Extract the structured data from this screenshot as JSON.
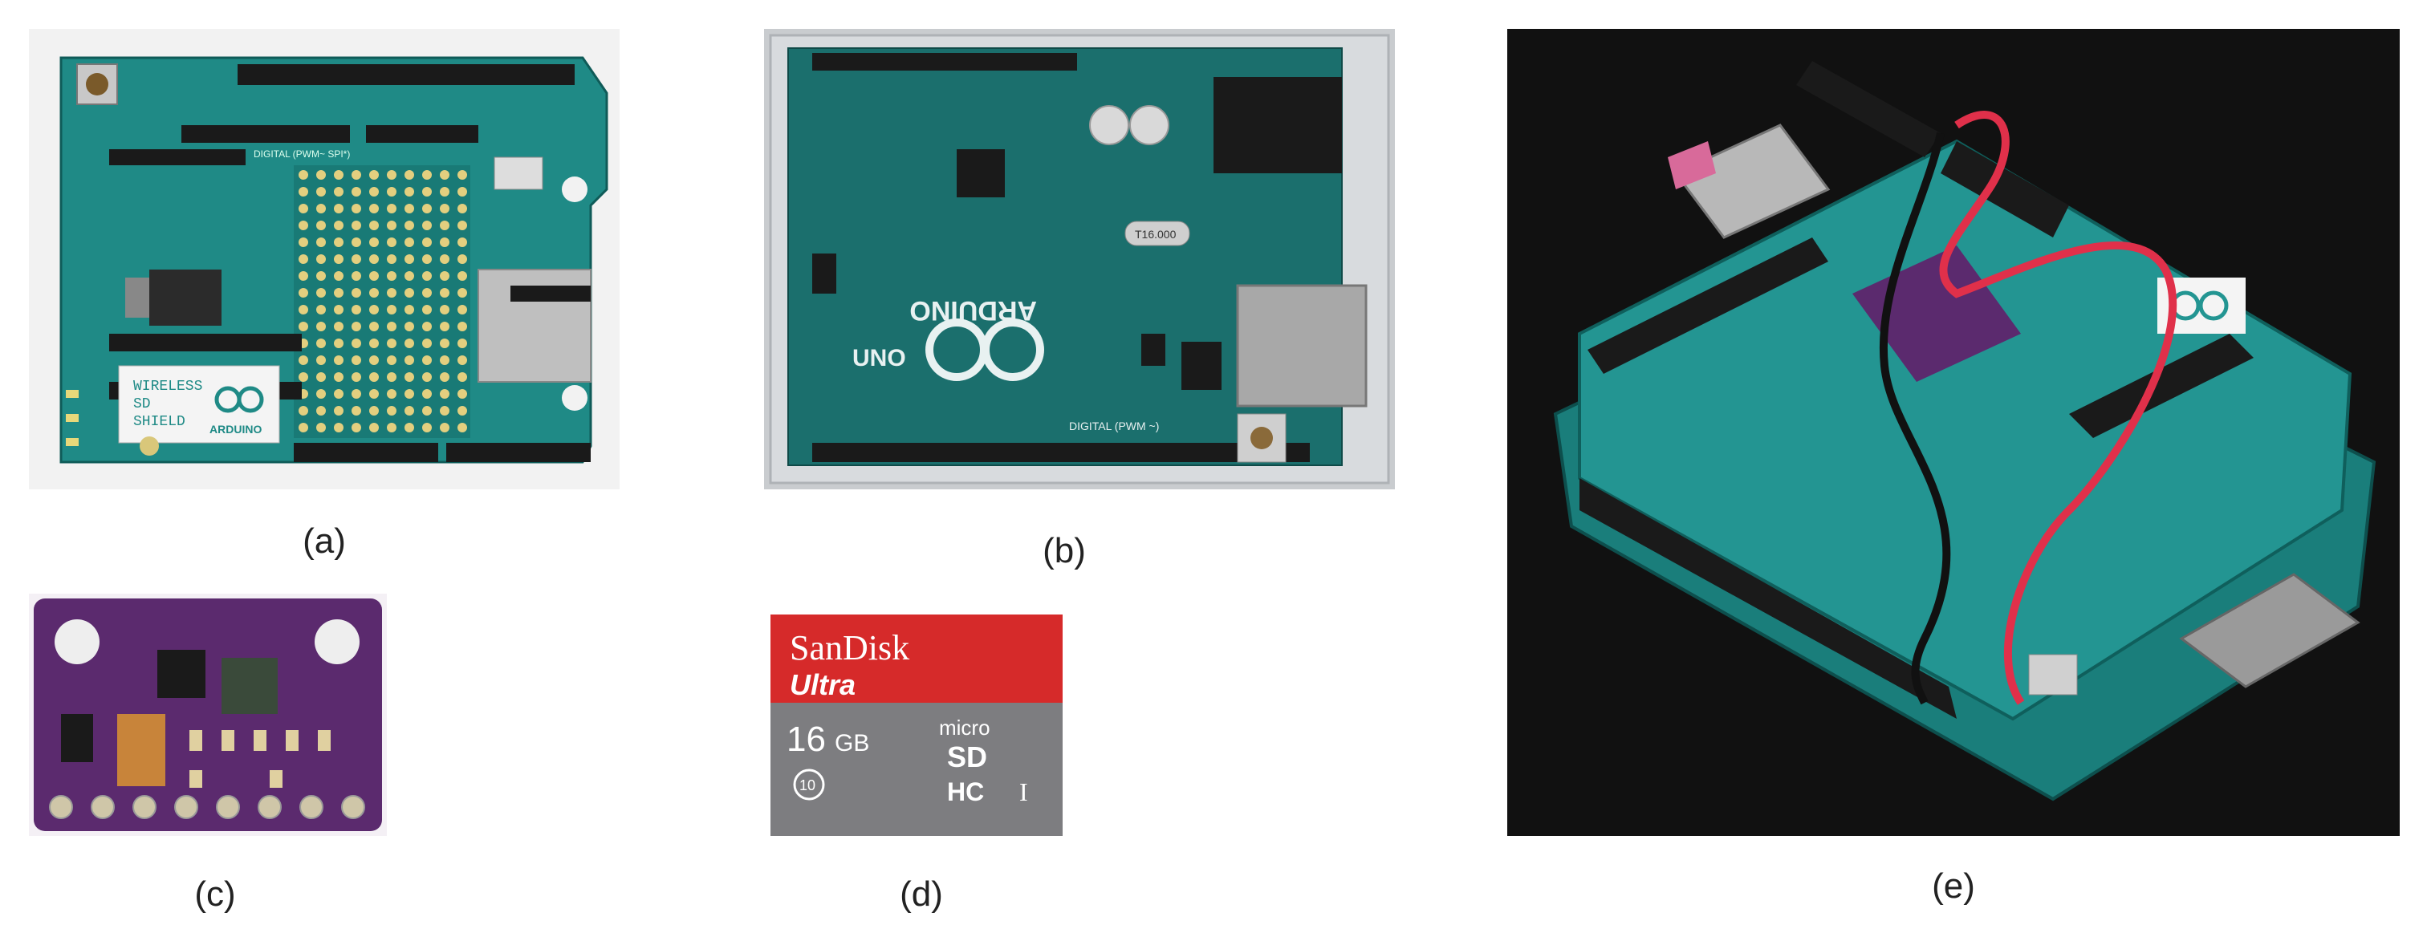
{
  "captions": {
    "a": "(a)",
    "b": "(b)",
    "c": "(c)",
    "d": "(d)",
    "e": "(e)"
  },
  "shield": {
    "label_line1": "WIRELESS",
    "label_line2": "SD",
    "label_line3": "SHIELD",
    "brand": "ARDUINO",
    "header_text": "DIGITAL (PWM~ SPI*)"
  },
  "uno": {
    "brand": "ARDUINO",
    "model": "UNO",
    "crystal": "T16.000",
    "header_text": "DIGITAL (PWM ~)"
  },
  "sdcard": {
    "brand": "SanDisk",
    "line": "Ultra",
    "capacity_num": "16",
    "capacity_unit": "GB",
    "micro": "micro",
    "sd": "SD",
    "hc": "HC",
    "class_roman": "I",
    "class_num": "10"
  },
  "colors": {
    "pcb_teal": "#1f8a86",
    "pcb_purple": "#5b2a6e",
    "sd_red": "#d62a2a",
    "sd_gray": "#7d7d80",
    "dark_bg": "#111111"
  }
}
